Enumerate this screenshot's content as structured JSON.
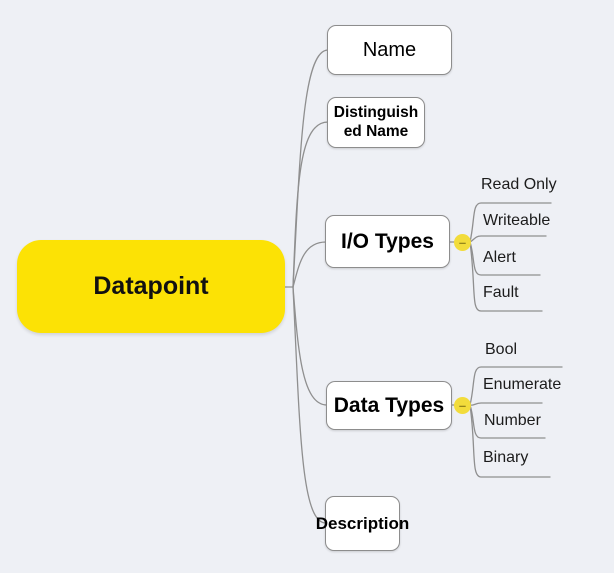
{
  "canvas": {
    "background_color": "#eef0f5",
    "line_color": "#8f8f8f"
  },
  "root": {
    "label": "Datapoint",
    "fill_color": "#FCE205",
    "text_color": "#111111"
  },
  "branches": [
    {
      "label": "Name",
      "children": []
    },
    {
      "label": "Distinguished Name",
      "children": []
    },
    {
      "label": "I/O Types",
      "collapse_glyph": "–",
      "children": [
        {
          "label": "Read Only"
        },
        {
          "label": "Writeable"
        },
        {
          "label": "Alert"
        },
        {
          "label": "Fault"
        }
      ]
    },
    {
      "label": "Data Types",
      "collapse_glyph": "–",
      "children": [
        {
          "label": "Bool"
        },
        {
          "label": "Enumerate"
        },
        {
          "label": "Number"
        },
        {
          "label": "Binary"
        }
      ]
    },
    {
      "label": "Description",
      "children": []
    }
  ]
}
